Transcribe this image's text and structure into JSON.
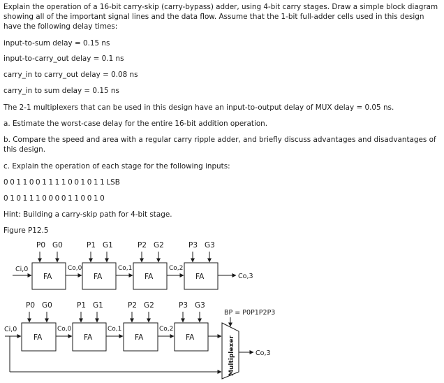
{
  "problem": {
    "intro": "Explain the operation of a 16-bit carry-skip (carry-bypass) adder, using 4-bit carry stages. Draw a simple block diagram showing all of the important signal lines and the data flow. Assume that the 1-bit full-adder cells used in this design have the following delay times:",
    "delays": [
      "input-to-sum delay = 0.15 ns",
      "input-to-carry_out delay = 0.1 ns",
      "carry_in to carry_out delay = 0.08 ns",
      "carry_in to sum delay = 0.15 ns"
    ],
    "mux_note": "The 2-1 multiplexers that can be used in this design have an input-to-output delay of MUX delay = 0.05 ns.",
    "part_a": "a. Estimate the worst-case delay for the entire 16-bit addition operation.",
    "part_b": "b. Compare the speed and area with a regular carry ripple adder, and briefly discuss advantages and disadvantages of this design.",
    "part_c": "c. Explain the operation of each stage for the following inputs:",
    "input_1": "0011001111001011",
    "input_1_suffix": "LSB",
    "input_2": "0101110000110010",
    "hint": "Hint: Building a carry-skip path for 4-bit stage.",
    "figure_caption": "Figure P12.5"
  },
  "figure": {
    "top_row": {
      "carry_in": "Ci,0",
      "cells": [
        {
          "label": "FA",
          "p": "P0",
          "g": "G0",
          "cout": "Co,0"
        },
        {
          "label": "FA",
          "p": "P1",
          "g": "G1",
          "cout": "Co,1"
        },
        {
          "label": "FA",
          "p": "P2",
          "g": "G2",
          "cout": "Co,2"
        },
        {
          "label": "FA",
          "p": "P3",
          "g": "G3",
          "cout": "Co,3"
        }
      ]
    },
    "bottom_row": {
      "carry_in": "Ci,0",
      "cells": [
        {
          "label": "FA",
          "p": "P0",
          "g": "G0",
          "cout": "Co,0"
        },
        {
          "label": "FA",
          "p": "P1",
          "g": "G1",
          "cout": "Co,1"
        },
        {
          "label": "FA",
          "p": "P2",
          "g": "G2",
          "cout": "Co,2"
        },
        {
          "label": "FA",
          "p": "P3",
          "g": "G3",
          "cout": ""
        }
      ],
      "bp_label": "BP = P0P1P2P3",
      "mux_label": "Multiplexer",
      "mux_out": "Co,3"
    }
  }
}
